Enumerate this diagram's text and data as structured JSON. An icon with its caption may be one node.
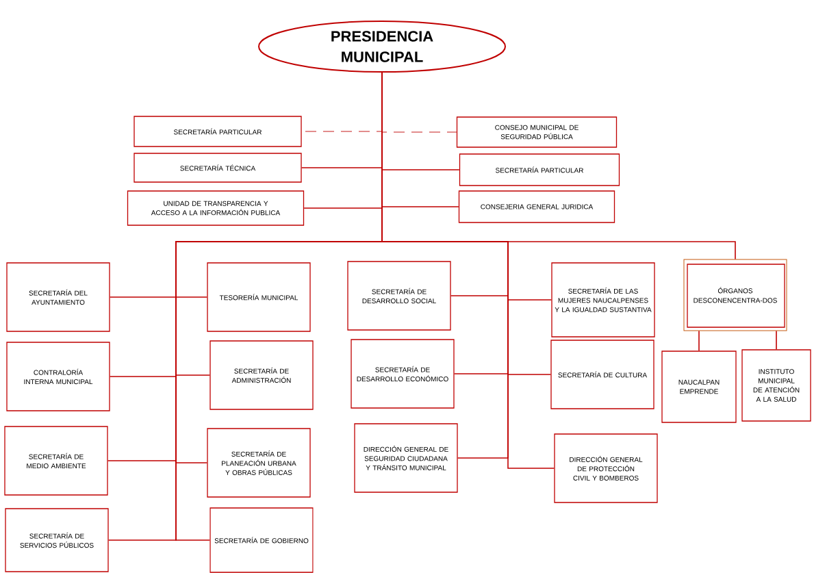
{
  "diagram": {
    "nodes": [
      {
        "text": [
          "PRESIDENCIA MUNICIPAL"
        ]
      },
      {
        "text": [
          "SECRETARÍA PARTICULAR"
        ]
      },
      {
        "text": [
          "CONSEJO MUNICIPAL DE SEGURIDAD PÚBLICA"
        ]
      },
      {
        "text": [
          "SECRETARÍA TÉCNICA"
        ]
      },
      {
        "text": [
          "SECRETARÍA PARTICULAR"
        ]
      },
      {
        "text": [
          "UNIDAD DE TRANSPARENCIA Y ACCESO A LA INFORMACIÓN PUBLICA"
        ]
      },
      {
        "text": [
          "CONSEJERIA GENERAL JURIDICA"
        ]
      },
      {
        "text": [
          "SECRETARÍA DEL AYUNTAMIENTO"
        ]
      },
      {
        "text": [
          "TESORERÍA MUNICIPAL"
        ]
      },
      {
        "text": [
          "SECRETARÍA DE DESARROLLO SOCIAL"
        ]
      },
      {
        "text": [
          "SECRETARÍA DE LAS MUJERES NAUCALPENSES Y LA IGUALDAD SUSTANTIVA"
        ]
      },
      {
        "text": [
          "ÓRGANOS DESCONENCENTRA-DOS"
        ]
      },
      {
        "text": [
          "CONTRALORÍA INTERNA MUNICIPAL"
        ]
      },
      {
        "text": [
          "SECRETARÍA DE ADMINISTRACIÓN"
        ]
      },
      {
        "text": [
          "SECRETARÍA DE DESARROLLO ECONÓMICO"
        ]
      },
      {
        "text": [
          "SECRETARÍA DE CULTURA"
        ]
      },
      {
        "text": [
          "NAUCALPAN EMPRENDE"
        ]
      },
      {
        "text": [
          "INSTITUTO MUNICIPAL DE ATENCIÓN A LA SALUD"
        ]
      },
      {
        "text": [
          "SECRETARÍA DE MEDIO AMBIENTE"
        ]
      },
      {
        "text": [
          "SECRETARÍA DE PLANEACIÓN URBANA Y OBRAS PÚBLICAS"
        ]
      },
      {
        "text": [
          "DIRECCIÓN GENERAL DE SEGURIDAD CIUDADANA Y TRÁNSITO MUNICIPAL"
        ]
      },
      {
        "text": [
          "DIRECCIÓN GENERAL DE PROTECCIÓN CIVIL Y BOMBEROS"
        ]
      },
      {
        "text": [
          "SECRETARÍA DE SERVICIOS PÚBLICOS"
        ]
      },
      {
        "text": [
          "SECRETARÍA DE GOBIERNO"
        ]
      }
    ],
    "edges": [
      {
        "from": 0,
        "to": 1,
        "arrow": "none",
        "style": "dashed"
      },
      {
        "from": 0,
        "to": 2,
        "arrow": "none",
        "style": "dashed"
      },
      {
        "from": 0,
        "to": 3,
        "arrow": "none"
      },
      {
        "from": 0,
        "to": 4,
        "arrow": "none"
      },
      {
        "from": 0,
        "to": 5,
        "arrow": "none"
      },
      {
        "from": 0,
        "to": 6,
        "arrow": "none"
      },
      {
        "from": 0,
        "to": 7,
        "arrow": "none"
      },
      {
        "from": 0,
        "to": 8,
        "arrow": "none"
      },
      {
        "from": 0,
        "to": 9,
        "arrow": "none"
      },
      {
        "from": 0,
        "to": 10,
        "arrow": "none"
      },
      {
        "from": 0,
        "to": 11,
        "arrow": "none"
      },
      {
        "from": 0,
        "to": 12,
        "arrow": "none"
      },
      {
        "from": 0,
        "to": 13,
        "arrow": "none"
      },
      {
        "from": 0,
        "to": 14,
        "arrow": "none"
      },
      {
        "from": 0,
        "to": 15,
        "arrow": "none"
      },
      {
        "from": 11,
        "to": 16,
        "arrow": "none"
      },
      {
        "from": 11,
        "to": 17,
        "arrow": "none"
      },
      {
        "from": 0,
        "to": 18,
        "arrow": "none"
      },
      {
        "from": 0,
        "to": 19,
        "arrow": "none"
      },
      {
        "from": 0,
        "to": 20,
        "arrow": "none"
      },
      {
        "from": 0,
        "to": 21,
        "arrow": "none"
      },
      {
        "from": 0,
        "to": 22,
        "arrow": "none"
      },
      {
        "from": 0,
        "to": 23,
        "arrow": "none"
      }
    ]
  }
}
